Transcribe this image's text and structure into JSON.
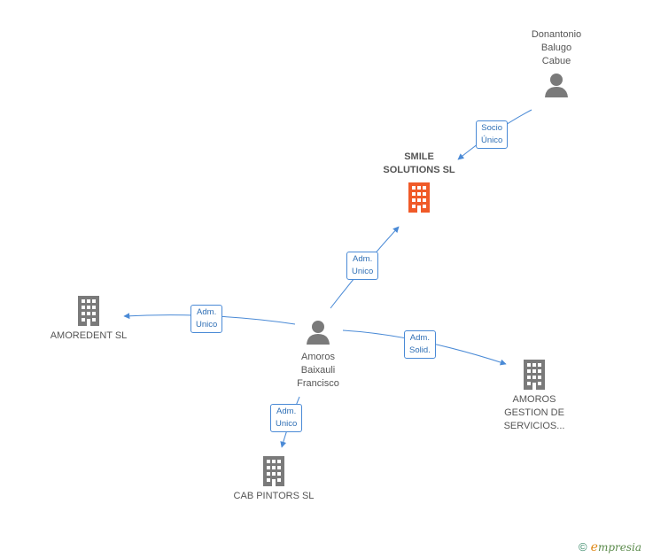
{
  "nodes": {
    "donantonio": {
      "label": "Donantonio\nBalugo\nCabue",
      "type": "person"
    },
    "smile": {
      "label": "SMILE\nSOLUTIONS SL",
      "type": "company-main"
    },
    "amoredent": {
      "label": "AMOREDENT SL",
      "type": "company"
    },
    "amoros_person": {
      "label": "Amoros\nBaixauli\nFrancisco",
      "type": "person"
    },
    "amoros_gestion": {
      "label": "AMOROS\nGESTION DE\nSERVICIOS...",
      "type": "company"
    },
    "cab_pintors": {
      "label": "CAB PINTORS SL",
      "type": "company"
    }
  },
  "edges": [
    {
      "label": "Socio\nÚnico"
    },
    {
      "label": "Adm.\nUnico"
    },
    {
      "label": "Adm.\nUnico"
    },
    {
      "label": "Adm.\nSolid."
    },
    {
      "label": "Adm.\nUnico"
    }
  ],
  "colors": {
    "edge": "#4a8ad6",
    "icon": "#7a7a7a",
    "main": "#f05a28"
  },
  "brand": {
    "copyright": "©",
    "e": "e",
    "rest": "mpresia"
  }
}
